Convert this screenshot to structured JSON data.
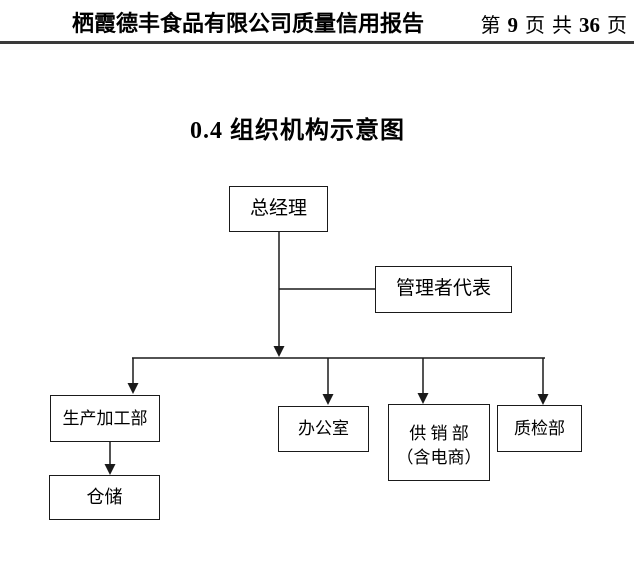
{
  "header": {
    "title": "栖霞德丰食品有限公司质量信用报告",
    "page_prefix": "第",
    "page_current": "9",
    "page_mid_left": "页",
    "page_mid_right": "共",
    "page_total": "36",
    "page_suffix": "页"
  },
  "diagram": {
    "title": "0.4 组织机构示意图",
    "nodes": {
      "general_manager": "总经理",
      "management_rep": "管理者代表",
      "production": "生产加工部",
      "office": "办公室",
      "supply_line1": "供 销 部",
      "supply_line2": "（含电商）",
      "quality": "质检部",
      "warehouse": "仓储"
    }
  }
}
